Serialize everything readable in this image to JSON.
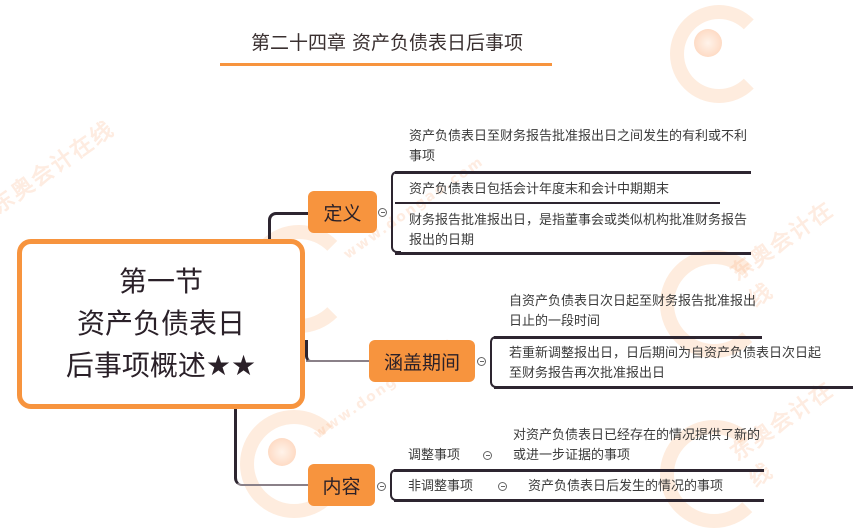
{
  "header": {
    "title": "第二十四章 资产负债表日后事项"
  },
  "root": {
    "lines": [
      "第一节",
      "资产负债表日",
      "后事项概述★★"
    ]
  },
  "branches": [
    {
      "label": "定义",
      "children": [
        "资产负债表日至财务报告批准报出日之间发生的有利或不利事项",
        "资产负债表日包括会计年度末和会计中期期末",
        "财务报告批准报出日，是指董事会或类似机构批准财务报告报出的日期"
      ]
    },
    {
      "label": "涵盖期间",
      "children": [
        "自资产负债表日次日起至财务报告批准报出日止的一段时间",
        "若重新调整报出日，日后期间为自资产负债表日次日起至财务报告再次批准报出日"
      ]
    },
    {
      "label": "内容",
      "children": [
        {
          "label": "调整事项",
          "detail": "对资产负债表日已经存在的情况提供了新的或进一步证据的事项"
        },
        {
          "label": "非调整事项",
          "detail": "资产负债表日后发生的情况的事项"
        }
      ]
    }
  ],
  "watermark": {
    "text": "东奥会计在线",
    "url_text": "www.dongao.com"
  },
  "colors": {
    "accent": "#f7943e",
    "line": "#2d2530",
    "text": "#3a3a3a"
  }
}
